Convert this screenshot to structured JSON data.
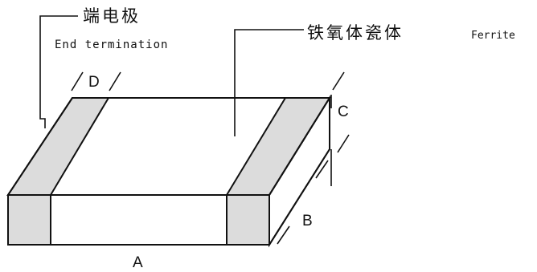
{
  "labels": {
    "end_termination_cn": "端电极",
    "end_termination_en": "End termination",
    "ferrite_cn": "铁氧体瓷体",
    "ferrite_en": "Ferrite"
  },
  "dimensions": {
    "a": "A",
    "b": "B",
    "c": "C",
    "d": "D"
  }
}
